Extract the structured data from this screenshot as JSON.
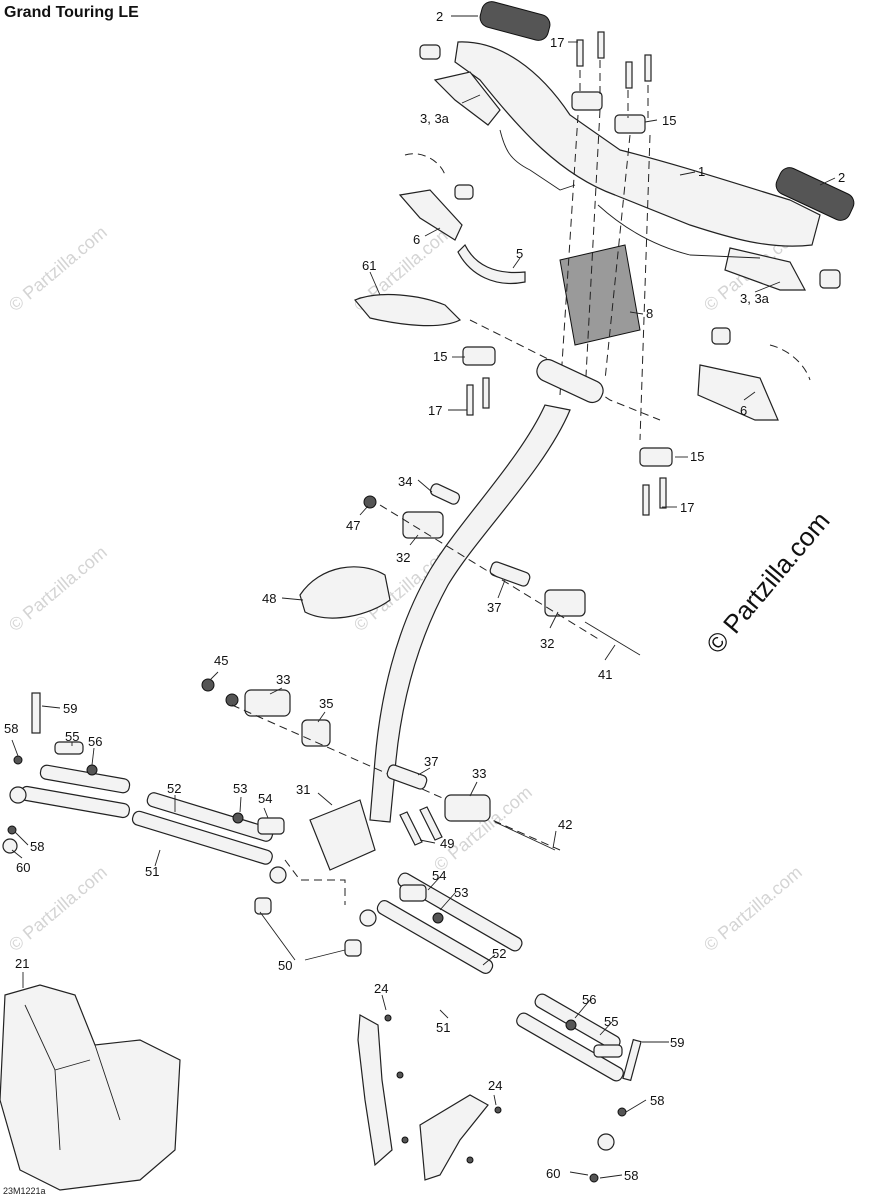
{
  "title": "Grand Touring LE",
  "diagram_code": "23M1221a",
  "copyright_watermark": "© Partzilla.com",
  "callouts": [
    {
      "id": "c-2a",
      "text": "2"
    },
    {
      "id": "c-17a",
      "text": "17"
    },
    {
      "id": "c-33a",
      "text": "3, 3a"
    },
    {
      "id": "c-15a",
      "text": "15"
    },
    {
      "id": "c-1",
      "text": "1"
    },
    {
      "id": "c-2b",
      "text": "2"
    },
    {
      "id": "c-6a",
      "text": "6"
    },
    {
      "id": "c-5",
      "text": "5"
    },
    {
      "id": "c-61",
      "text": "61"
    },
    {
      "id": "c-33b",
      "text": "3, 3a"
    },
    {
      "id": "c-8",
      "text": "8"
    },
    {
      "id": "c-15b",
      "text": "15"
    },
    {
      "id": "c-17b",
      "text": "17"
    },
    {
      "id": "c-6b",
      "text": "6"
    },
    {
      "id": "c-15c",
      "text": "15"
    },
    {
      "id": "c-17c",
      "text": "17"
    },
    {
      "id": "c-34",
      "text": "34"
    },
    {
      "id": "c-47",
      "text": "47"
    },
    {
      "id": "c-32a",
      "text": "32"
    },
    {
      "id": "c-48",
      "text": "48"
    },
    {
      "id": "c-37a",
      "text": "37"
    },
    {
      "id": "c-32b",
      "text": "32"
    },
    {
      "id": "c-41",
      "text": "41"
    },
    {
      "id": "c-45",
      "text": "45"
    },
    {
      "id": "c-33c",
      "text": "33"
    },
    {
      "id": "c-35",
      "text": "35"
    },
    {
      "id": "c-59a",
      "text": "59"
    },
    {
      "id": "c-58a",
      "text": "58"
    },
    {
      "id": "c-55a",
      "text": "55"
    },
    {
      "id": "c-56a",
      "text": "56"
    },
    {
      "id": "c-37b",
      "text": "37"
    },
    {
      "id": "c-33d",
      "text": "33"
    },
    {
      "id": "c-52a",
      "text": "52"
    },
    {
      "id": "c-53a",
      "text": "53"
    },
    {
      "id": "c-54a",
      "text": "54"
    },
    {
      "id": "c-31",
      "text": "31"
    },
    {
      "id": "c-42",
      "text": "42"
    },
    {
      "id": "c-58b",
      "text": "58"
    },
    {
      "id": "c-60a",
      "text": "60"
    },
    {
      "id": "c-51a",
      "text": "51"
    },
    {
      "id": "c-49",
      "text": "49"
    },
    {
      "id": "c-54b",
      "text": "54"
    },
    {
      "id": "c-53b",
      "text": "53"
    },
    {
      "id": "c-50",
      "text": "50"
    },
    {
      "id": "c-21",
      "text": "21"
    },
    {
      "id": "c-52b",
      "text": "52"
    },
    {
      "id": "c-24a",
      "text": "24"
    },
    {
      "id": "c-51b",
      "text": "51"
    },
    {
      "id": "c-56b",
      "text": "56"
    },
    {
      "id": "c-55b",
      "text": "55"
    },
    {
      "id": "c-59b",
      "text": "59"
    },
    {
      "id": "c-24b",
      "text": "24"
    },
    {
      "id": "c-58c",
      "text": "58"
    },
    {
      "id": "c-60b",
      "text": "60"
    },
    {
      "id": "c-58d",
      "text": "58"
    }
  ]
}
